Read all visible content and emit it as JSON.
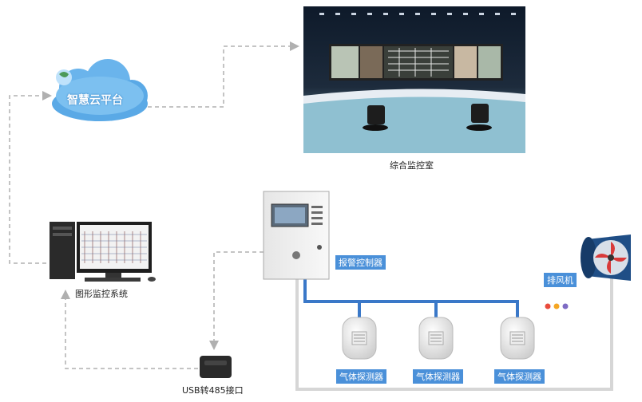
{
  "cloud": {
    "label": "智慧云平台",
    "color": "#5aa9e6"
  },
  "control_room": {
    "caption": "综合监控室"
  },
  "pc": {
    "caption": "图形监控系统"
  },
  "alarm_controller": {
    "tag": "报警控制器"
  },
  "usb": {
    "caption": "USB转485接口"
  },
  "fan": {
    "tag": "排风机"
  },
  "detectors": [
    {
      "tag": "气体探测器"
    },
    {
      "tag": "气体探测器"
    },
    {
      "tag": "气体探测器"
    }
  ],
  "colors": {
    "accent": "#4a90d9",
    "bus": "#3a78c8",
    "return_line": "#d6d6d6",
    "dashed": "#b0b0b0",
    "dots": [
      "#e94b3c",
      "#f5a623",
      "#7e6bc4"
    ]
  },
  "icons": [
    "cloud-icon",
    "control-room-image",
    "computer-icon",
    "alarm-panel-icon",
    "gas-detector-icon",
    "exhaust-fan-icon",
    "usb-converter-icon"
  ]
}
